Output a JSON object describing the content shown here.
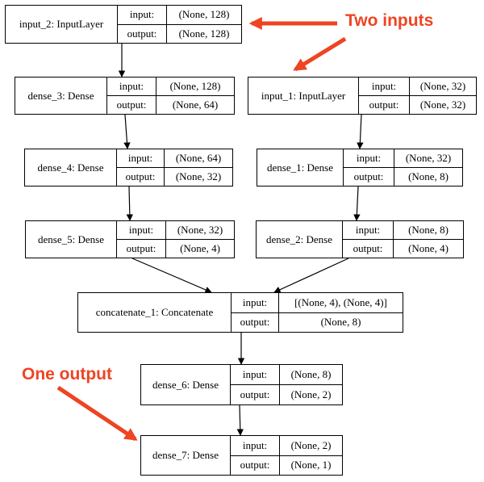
{
  "colors": {
    "annotation": "#ee4422",
    "edge": "#000000"
  },
  "port_labels": {
    "input": "input:",
    "output": "output:"
  },
  "nodes": [
    {
      "id": "input_2",
      "name": "input_2: InputLayer",
      "input": "(None, 128)",
      "output": "(None, 128)"
    },
    {
      "id": "dense_3",
      "name": "dense_3: Dense",
      "input": "(None, 128)",
      "output": "(None, 64)"
    },
    {
      "id": "input_1",
      "name": "input_1: InputLayer",
      "input": "(None, 32)",
      "output": "(None, 32)"
    },
    {
      "id": "dense_4",
      "name": "dense_4: Dense",
      "input": "(None, 64)",
      "output": "(None, 32)"
    },
    {
      "id": "dense_1",
      "name": "dense_1: Dense",
      "input": "(None, 32)",
      "output": "(None, 8)"
    },
    {
      "id": "dense_5",
      "name": "dense_5: Dense",
      "input": "(None, 32)",
      "output": "(None, 4)"
    },
    {
      "id": "dense_2",
      "name": "dense_2: Dense",
      "input": "(None, 8)",
      "output": "(None, 4)"
    },
    {
      "id": "concatenate_1",
      "name": "concatenate_1: Concatenate",
      "input": "[(None, 4), (None, 4)]",
      "output": "(None, 8)"
    },
    {
      "id": "dense_6",
      "name": "dense_6: Dense",
      "input": "(None, 8)",
      "output": "(None, 2)"
    },
    {
      "id": "dense_7",
      "name": "dense_7: Dense",
      "input": "(None, 2)",
      "output": "(None, 1)"
    }
  ],
  "edges": [
    {
      "from": "input_2",
      "to": "dense_3"
    },
    {
      "from": "dense_3",
      "to": "dense_4"
    },
    {
      "from": "dense_4",
      "to": "dense_5"
    },
    {
      "from": "input_1",
      "to": "dense_1"
    },
    {
      "from": "dense_1",
      "to": "dense_2"
    },
    {
      "from": "dense_5",
      "to": "concatenate_1"
    },
    {
      "from": "dense_2",
      "to": "concatenate_1"
    },
    {
      "from": "concatenate_1",
      "to": "dense_6"
    },
    {
      "from": "dense_6",
      "to": "dense_7"
    }
  ],
  "annotations": {
    "two_inputs": "Two inputs",
    "one_output": "One output"
  }
}
